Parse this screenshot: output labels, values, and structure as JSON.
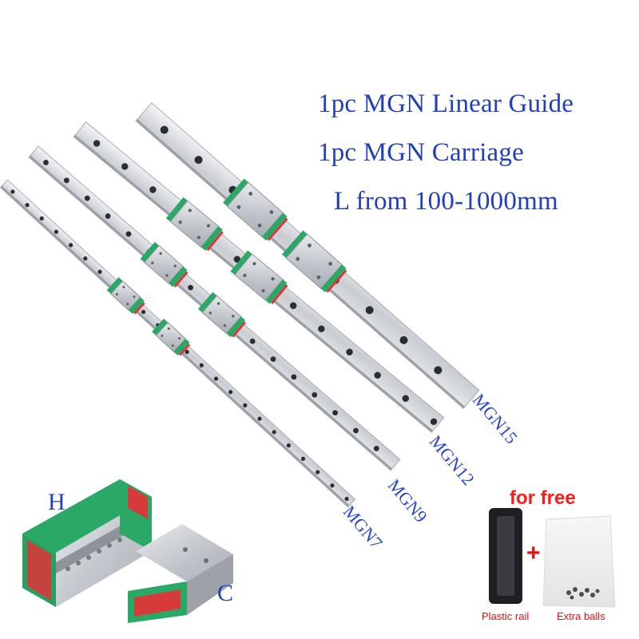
{
  "headline": {
    "line1": "1pc MGN Linear Guide",
    "line2": "1pc MGN Carriage",
    "line3": "L from 100-1000mm"
  },
  "rails": [
    {
      "model": "MGN15"
    },
    {
      "model": "MGN12"
    },
    {
      "model": "MGN9"
    },
    {
      "model": "MGN7"
    }
  ],
  "carriage_variants": {
    "long": "H",
    "short": "C"
  },
  "free_gifts": {
    "title": "for free",
    "plus": "+",
    "items": [
      {
        "caption": "Plastic rail",
        "icon": "plastic-rail-icon"
      },
      {
        "caption": "Extra balls",
        "icon": "ball-bag-icon"
      }
    ]
  },
  "colors": {
    "headline": "#1f3fbf",
    "model_labels": "#2847c8",
    "free_text": "#e01010",
    "carriage_end_cap": "#2aa865",
    "carriage_seal": "#d63a3a"
  }
}
